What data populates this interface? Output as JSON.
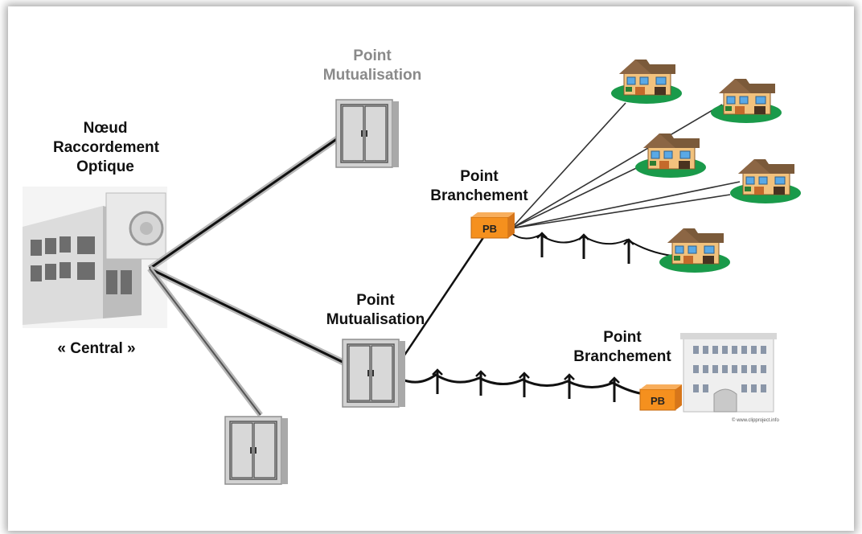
{
  "labels": {
    "nro_title": [
      "Nœud",
      "Raccordement",
      "Optique"
    ],
    "central": "« Central »",
    "pm_top": [
      "Point",
      "Mutualisation"
    ],
    "pm_mid": [
      "Point",
      "Mutualisation"
    ],
    "pb_top": [
      "Point",
      "Branchement"
    ],
    "pb_bottom": [
      "Point",
      "Branchement"
    ],
    "pb_box": "PB",
    "credit": "© www.clipproject.info"
  },
  "colors": {
    "cable": "#111111",
    "cable_gray": "#b7b7b7",
    "cabinet": "#c9c9c9",
    "pb_box": "#f5901e",
    "lawn": "#1a9a4a",
    "roof": "#7b5a3a",
    "wall": "#f2c27d",
    "window": "#5aa9e6"
  },
  "icons": {
    "central": "building-icon",
    "cabinet": "cabinet-icon",
    "house": "house-icon",
    "apartment": "apartment-building-icon",
    "pole": "pole-icon"
  }
}
